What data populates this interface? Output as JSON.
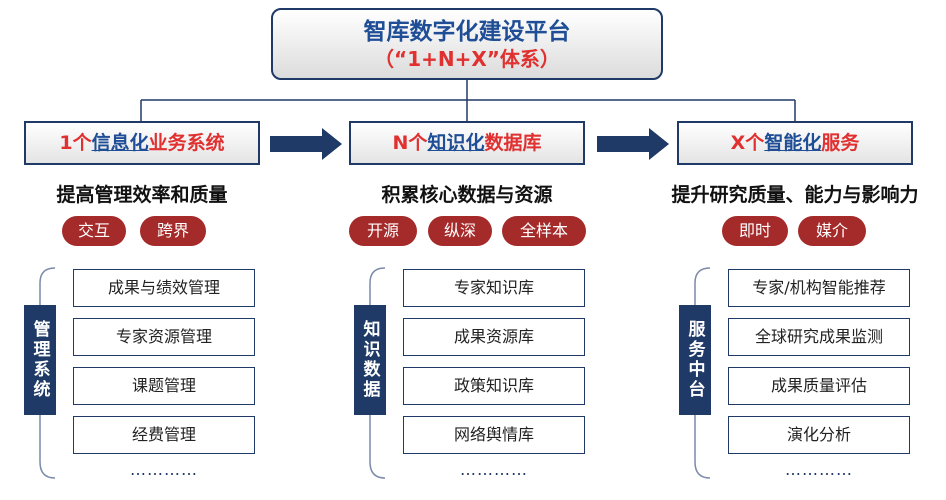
{
  "top": {
    "line1": "智库数字化建设平台",
    "line2": "（“1+N+X”体系）"
  },
  "columns": [
    {
      "head_num": "1个",
      "head_key": "信息化",
      "head_tail": "业务系统",
      "subtitle": "提高管理效率和质量",
      "pills": [
        "交互",
        "跨界"
      ],
      "tab": "管理系统",
      "items": [
        "成果与绩效管理",
        "专家资源管理",
        "课题管理",
        "经费管理"
      ],
      "more": "…………"
    },
    {
      "head_num": "N个",
      "head_key": "知识化",
      "head_tail": "数据库",
      "subtitle": "积累核心数据与资源",
      "pills": [
        "开源",
        "纵深",
        "全样本"
      ],
      "tab": "知识数据",
      "items": [
        "专家知识库",
        "成果资源库",
        "政策知识库",
        "网络舆情库"
      ],
      "more": "…………"
    },
    {
      "head_num": "X个",
      "head_key": "智能化",
      "head_tail": "服务",
      "subtitle": "提升研究质量、能力与影响力",
      "pills": [
        "即时",
        "媒介"
      ],
      "tab": "服务中台",
      "items": [
        "专家/机构智能推荐",
        "全球研究成果监测",
        "成果质量评估",
        "演化分析"
      ],
      "more": "…………"
    }
  ],
  "colors": {
    "navy": "#1f3a66",
    "red": "#e03030",
    "pill": "#a52a2a",
    "blue": "#1f4e96"
  }
}
